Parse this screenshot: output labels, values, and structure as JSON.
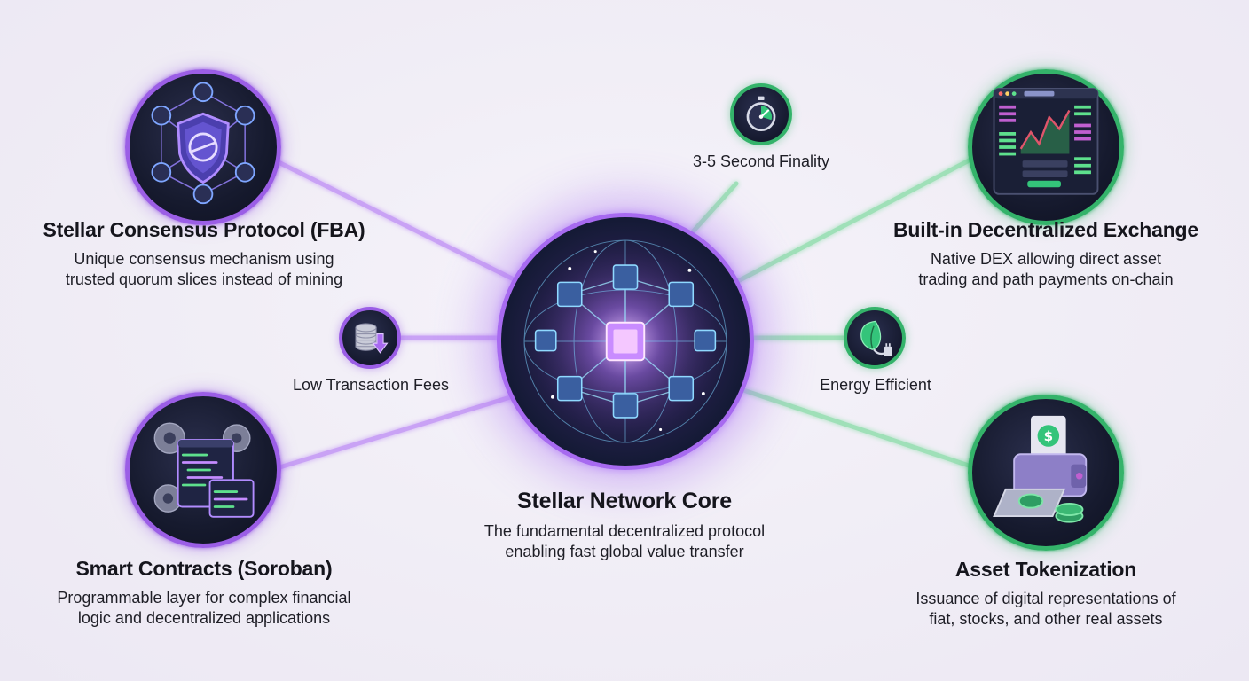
{
  "core": {
    "title": "Stellar Network Core",
    "desc_line1": "The fundamental decentralized protocol",
    "desc_line2": "enabling fast global value transfer"
  },
  "features": {
    "consensus": {
      "title": "Stellar Consensus Protocol (FBA)",
      "desc_line1": "Unique consensus mechanism using",
      "desc_line2": "trusted quorum slices instead of mining",
      "icon": "shield-network-icon"
    },
    "contracts": {
      "title": "Smart Contracts (Soroban)",
      "desc_line1": "Programmable layer for complex financial",
      "desc_line2": "logic and decentralized applications",
      "icon": "code-gears-icon"
    },
    "dex": {
      "title": "Built-in Decentralized Exchange",
      "desc_line1": "Native DEX allowing direct asset",
      "desc_line2": "trading and path payments on-chain",
      "icon": "trading-dashboard-icon"
    },
    "tokenization": {
      "title": "Asset Tokenization",
      "desc_line1": "Issuance of digital representations of",
      "desc_line2": "fiat, stocks, and other real assets",
      "icon": "token-minting-icon"
    }
  },
  "attributes": {
    "finality": {
      "label": "3-5 Second Finality",
      "icon": "stopwatch-icon"
    },
    "fees": {
      "label": "Low Transaction Fees",
      "icon": "coin-stack-down-icon"
    },
    "energy": {
      "label": "Energy Efficient",
      "icon": "leaf-plug-icon"
    }
  },
  "colors": {
    "purple_accent": "#9b5ee6",
    "green_accent": "#34b36a",
    "core_glow": "#a76af0",
    "node_fill": "#161a2e",
    "text": "#15151c"
  }
}
